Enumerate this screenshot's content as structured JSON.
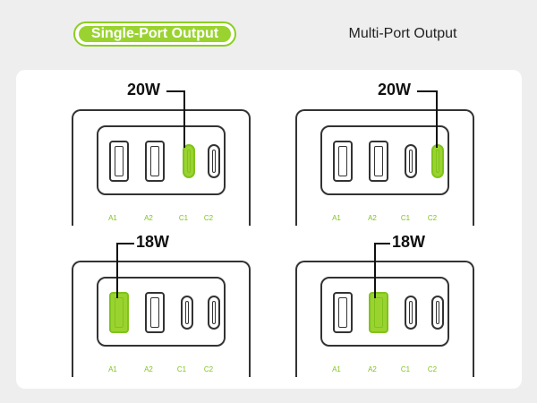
{
  "tabs": {
    "single": "Single-Port Output",
    "multi": "Multi-Port Output"
  },
  "colors": {
    "accent": "#9ad330",
    "label": "#7fc31a",
    "outline": "#333333"
  },
  "chargers": [
    {
      "watt": "20W",
      "active_port": "C1",
      "labels": [
        "A1",
        "A2",
        "C1",
        "C2"
      ]
    },
    {
      "watt": "20W",
      "active_port": "C2",
      "labels": [
        "A1",
        "A2",
        "C1",
        "C2"
      ]
    },
    {
      "watt": "18W",
      "active_port": "A1",
      "labels": [
        "A1",
        "A2",
        "C1",
        "C2"
      ]
    },
    {
      "watt": "18W",
      "active_port": "A2",
      "labels": [
        "A1",
        "A2",
        "C1",
        "C2"
      ]
    }
  ]
}
